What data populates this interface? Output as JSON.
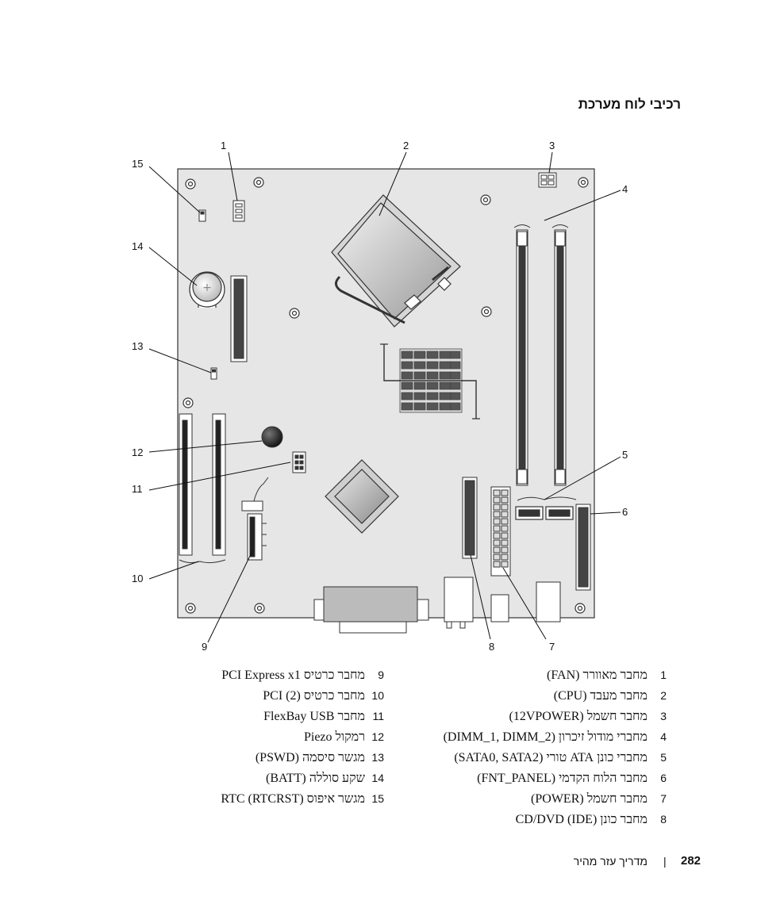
{
  "header": {
    "title": "רכיבי לוח מערכת"
  },
  "callouts": [
    "1",
    "2",
    "3",
    "4",
    "5",
    "6",
    "7",
    "8",
    "9",
    "10",
    "11",
    "12",
    "13",
    "14",
    "15"
  ],
  "legend": {
    "right": [
      {
        "num": "1",
        "text": "מחבר מאוורר (FAN)"
      },
      {
        "num": "2",
        "text": "מחבר מעבד (CPU)"
      },
      {
        "num": "3",
        "text": "מחבר חשמל (12VPOWER)"
      },
      {
        "num": "4",
        "text": "מחברי מודול זיכרון (DIMM_1, DIMM_2)"
      },
      {
        "num": "5",
        "text": "מחברי כונן ATA טורי (SATA0, SATA2)"
      },
      {
        "num": "6",
        "text": "מחבר הלוח הקדמי (FNT_PANEL)"
      },
      {
        "num": "7",
        "text": "מחבר חשמל (POWER)"
      },
      {
        "num": "8",
        "text": "מחבר כונן CD/DVD (IDE)"
      }
    ],
    "left": [
      {
        "num": "9",
        "text": "מחבר כרטיס PCI Express x1"
      },
      {
        "num": "10",
        "text": "מחבר כרטיס PCI (2)"
      },
      {
        "num": "11",
        "text": "מחבר FlexBay USB"
      },
      {
        "num": "12",
        "text": "רמקול Piezo"
      },
      {
        "num": "13",
        "text": "מגשר סיסמה (PSWD)"
      },
      {
        "num": "14",
        "text": "שקע סוללה (BATT)"
      },
      {
        "num": "15",
        "text": "מגשר איפוס RTC (RTCRST)"
      }
    ]
  },
  "footer": {
    "page_number": "282",
    "separator": "|",
    "guide_title": "מדריך עזר מהיר"
  }
}
